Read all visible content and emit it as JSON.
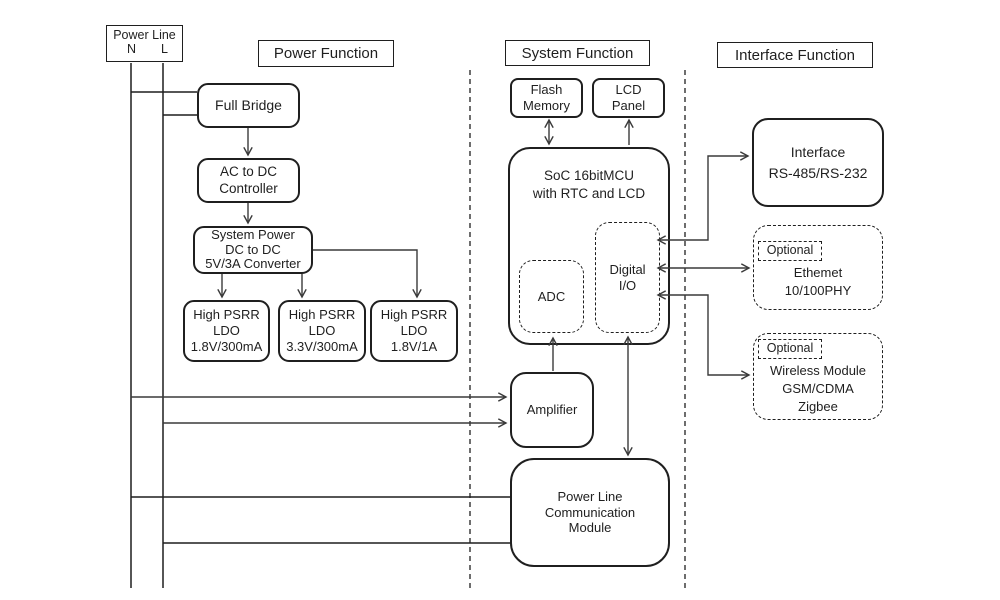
{
  "colors": {
    "ink": "#1f1f1f",
    "wire": "#3a3a3a",
    "background": "#ffffff"
  },
  "power_line": {
    "title": "Power Line",
    "neutral": "N",
    "live": "L"
  },
  "sections": {
    "power": {
      "label": "Power Function"
    },
    "system": {
      "label": "System Function"
    },
    "interface": {
      "label": "Interface Function"
    }
  },
  "blocks": {
    "full_bridge": {
      "label": "Full Bridge"
    },
    "ac_dc_controller": {
      "label": "AC to DC\nController"
    },
    "system_power": {
      "label": "System Power\nDC to DC\n5V/3A Converter"
    },
    "ldo_1v8_300ma": {
      "label": "High PSRR\nLDO\n1.8V/300mA"
    },
    "ldo_3v3_300ma": {
      "label": "High PSRR\nLDO\n3.3V/300mA"
    },
    "ldo_1v8_1a": {
      "label": "High PSRR\nLDO\n1.8V/1A"
    },
    "flash_memory": {
      "label": "Flash\nMemory"
    },
    "lcd_panel": {
      "label": "LCD\nPanel"
    },
    "soc": {
      "label": "SoC 16bitMCU\nwith RTC and LCD"
    },
    "adc": {
      "label": "ADC"
    },
    "digital_io": {
      "label": "Digital\nI/O"
    },
    "amplifier": {
      "label": "Amplifier"
    },
    "plc_module": {
      "label": "Power Line\nCommunication\nModule"
    },
    "interface_rs": {
      "label": "Interface\nRS-485/RS-232"
    },
    "ethernet": {
      "optional": "Optional",
      "label": "Ethemet\n10/100PHY"
    },
    "wireless": {
      "optional": "Optional",
      "label": "Wireless Module\nGSM/CDMA\nZigbee"
    }
  }
}
